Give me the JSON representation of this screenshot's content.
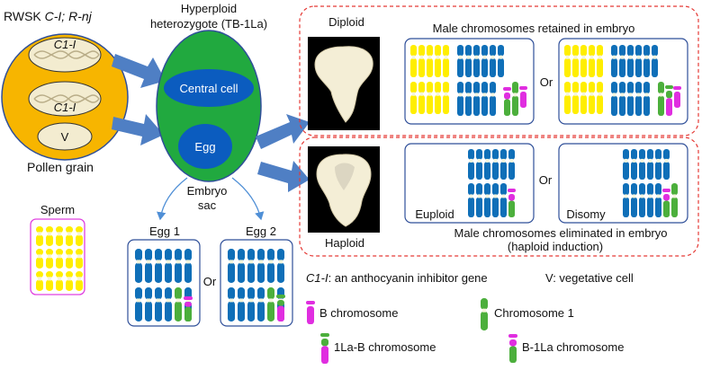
{
  "pollen": {
    "title_prefix": "RWSK ",
    "title_italic": "C-I; R-nj",
    "gene1": "C1-I",
    "gene2": "C1-I",
    "vegetative": "V",
    "caption": "Pollen grain"
  },
  "embryo_sac": {
    "title_line1": "Hyperploid",
    "title_line2": "heterozygote (TB-1La)",
    "central_cell": "Central cell",
    "egg": "Egg",
    "caption_line1": "Embryo",
    "caption_line2": "sac"
  },
  "sperm": {
    "label": "Sperm"
  },
  "eggs": {
    "egg1": "Egg 1",
    "egg2": "Egg 2",
    "or": "Or"
  },
  "diploid": {
    "photo_label": "Diploid",
    "title": "Male chromosomes retained in embryo",
    "or": "Or"
  },
  "haploid": {
    "photo_label": "Haploid",
    "euploid": "Euploid",
    "disomy": "Disomy",
    "or": "Or",
    "title_line1": "Male chromosomes eliminated in embryo",
    "title_line2": "(haploid induction)"
  },
  "legend": {
    "c1i_term": "C1-I",
    "c1i_desc": ": an anthocyanin inhibitor gene",
    "v_desc": "V: vegetative cell",
    "b_chrom": "B chromosome",
    "chrom1": "Chromosome 1",
    "la_b": "1La-B chromosome",
    "b_la": "B-1La chromosome"
  },
  "colors": {
    "pollen_fill": "#f7b500",
    "embryo_green": "#21a93f",
    "egg_blue": "#0b5cbf",
    "chrom_blue": "#0f6fb8",
    "chrom_yellow": "#ffee00",
    "chrom_magenta": "#e02ee0",
    "chrom_green": "#4caf3c",
    "dash_red": "#e53935",
    "arrow_blue": "#4f7fc4"
  }
}
